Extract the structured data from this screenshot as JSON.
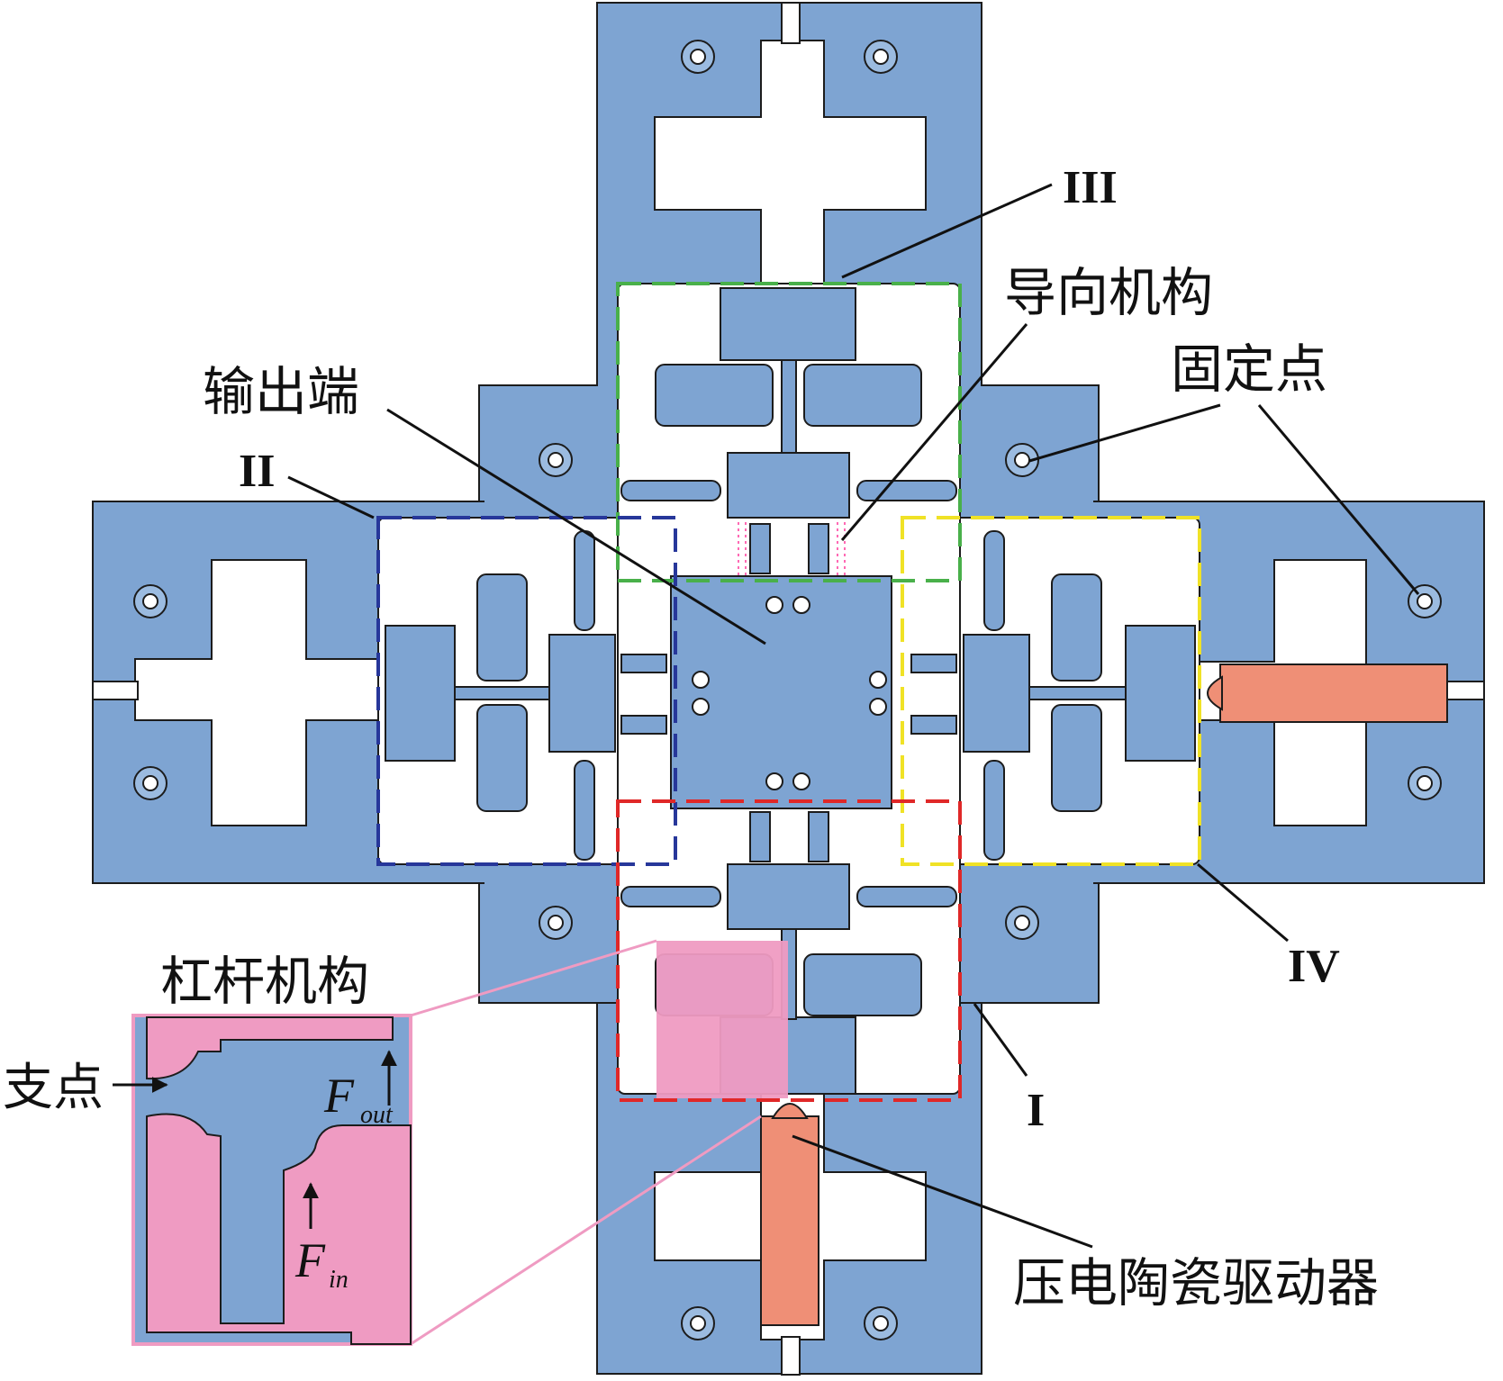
{
  "labels": {
    "region_I": "I",
    "region_II": "II",
    "region_III": "III",
    "region_IV": "IV",
    "guide_mechanism": "导向机构",
    "fixed_point": "固定点",
    "output_end": "输出端",
    "lever_mechanism": "杠杆机构",
    "fulcrum": "支点",
    "f_out_symbol": "F",
    "f_out_sub": "out",
    "f_in_symbol": "F",
    "f_in_sub": "in",
    "piezo_actuator": "压电陶瓷驱动器"
  },
  "colors": {
    "body": "#7ea4d2",
    "outline": "#1c1c1c",
    "piezo": "#ef8f76",
    "lever_pink": "#ef9bc2",
    "box_I": "#e02828",
    "box_II": "#27379a",
    "box_III": "#49b04a",
    "box_IV": "#f0e226",
    "guide_pink": "#ff69b4",
    "text": "#111111"
  }
}
